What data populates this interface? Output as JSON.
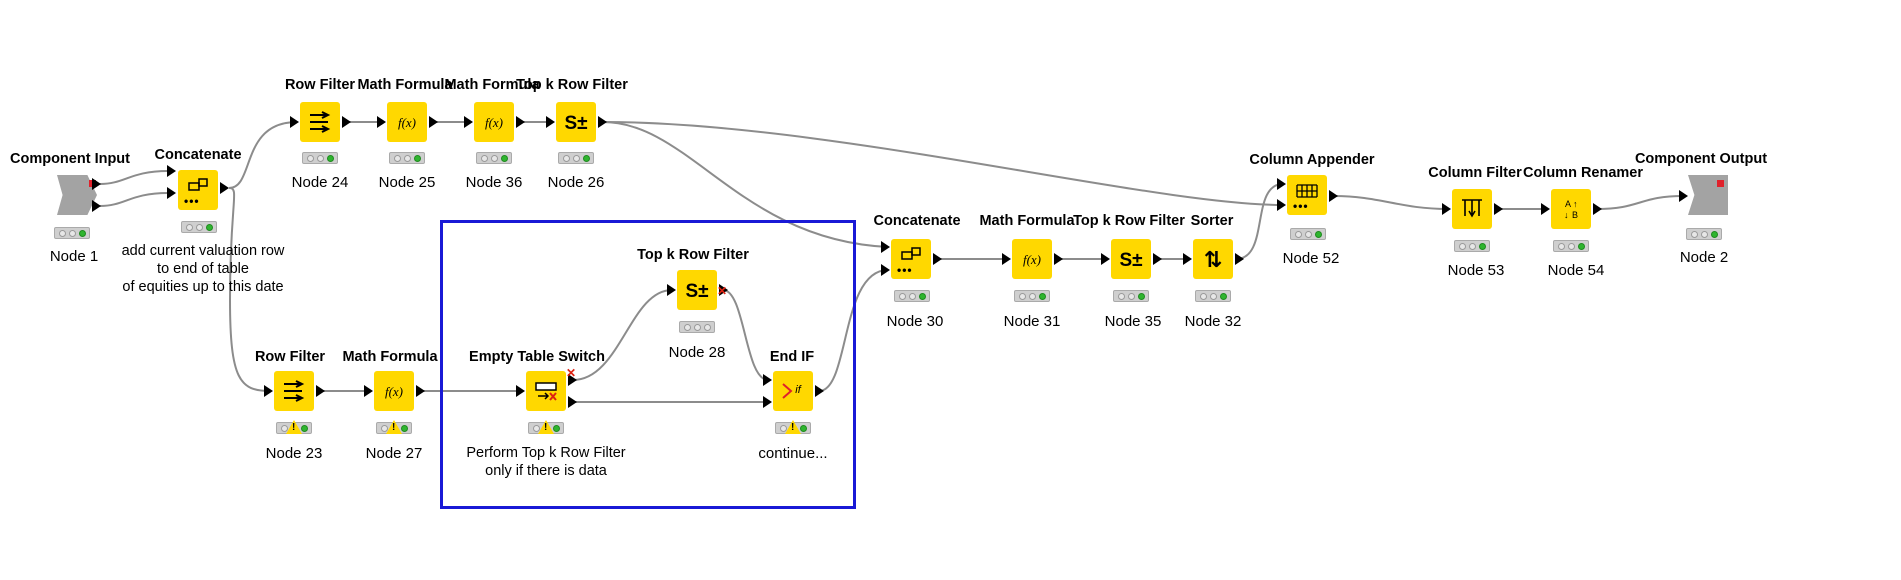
{
  "nodes": [
    {
      "id": "n1",
      "title": "Component Input",
      "label": "Node 1",
      "icon": "component-input-icon"
    },
    {
      "id": "n_cat1",
      "title": "Concatenate",
      "label": "add current valuation row\nto end of table\nof equities up to this date",
      "icon": "concatenate-icon"
    },
    {
      "id": "n24",
      "title": "Row Filter",
      "label": "Node 24",
      "icon": "row-filter-icon"
    },
    {
      "id": "n25",
      "title": "Math Formula",
      "label": "Node 25",
      "icon": "math-formula-icon"
    },
    {
      "id": "n36",
      "title": "Math Formula",
      "label": "Node 36",
      "icon": "math-formula-icon"
    },
    {
      "id": "n26",
      "title": "Top k Row Filter",
      "label": "Node 26",
      "icon": "top-k-row-filter-icon"
    },
    {
      "id": "n23",
      "title": "Row Filter",
      "label": "Node 23",
      "icon": "row-filter-icon"
    },
    {
      "id": "n27",
      "title": "Math Formula",
      "label": "Node 27",
      "icon": "math-formula-icon"
    },
    {
      "id": "n_ets",
      "title": "Empty Table Switch",
      "label": "Perform Top k Row Filter\nonly if there is data",
      "icon": "empty-table-switch-icon"
    },
    {
      "id": "n28",
      "title": "Top k Row Filter",
      "label": "Node 28",
      "icon": "top-k-row-filter-icon"
    },
    {
      "id": "n_endif",
      "title": "End IF",
      "label": "continue...",
      "icon": "end-if-icon"
    },
    {
      "id": "n30",
      "title": "Concatenate",
      "label": "Node 30",
      "icon": "concatenate-icon"
    },
    {
      "id": "n31",
      "title": "Math Formula",
      "label": "Node 31",
      "icon": "math-formula-icon"
    },
    {
      "id": "n35",
      "title": "Top k Row Filter",
      "label": "Node 35",
      "icon": "top-k-row-filter-icon"
    },
    {
      "id": "n32",
      "title": "Sorter",
      "label": "Node 32",
      "icon": "sorter-icon"
    },
    {
      "id": "n52",
      "title": "Column Appender",
      "label": "Node 52",
      "icon": "column-appender-icon"
    },
    {
      "id": "n53",
      "title": "Column Filter",
      "label": "Node 53",
      "icon": "column-filter-icon"
    },
    {
      "id": "n54",
      "title": "Column Renamer",
      "label": "Node 54",
      "icon": "column-renamer-icon"
    },
    {
      "id": "n2",
      "title": "Component Output",
      "label": "Node 2",
      "icon": "component-output-icon"
    }
  ],
  "glyphs": {
    "math": "f(x)",
    "topk": "S±",
    "sorter": "⇅",
    "endif": "if",
    "warn": "!",
    "dots": "•••",
    "inactive_port": "✕"
  },
  "colors": {
    "node": "#ffd800",
    "component": "#a3a3a3",
    "connection": "#8c8c8c",
    "annotation_border": "#1919d6",
    "status_green": "#2fb52f",
    "inactive_port": "#e0212b"
  }
}
